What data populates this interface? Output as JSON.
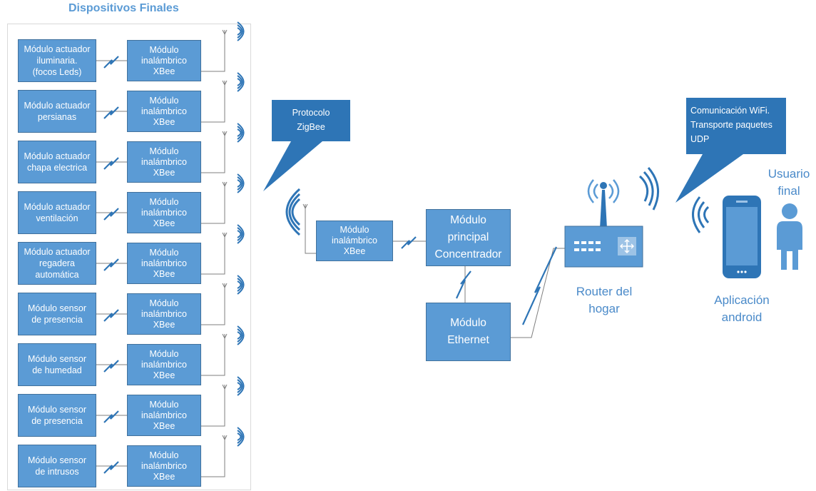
{
  "title": "Dispositivos Finales",
  "end_devices": [
    {
      "label": "Módulo actuador\niluminaria.\n(focos Leds)"
    },
    {
      "label": "Módulo actuador\npersianas"
    },
    {
      "label": "Módulo actuador\nchapa electrica"
    },
    {
      "label": "Módulo actuador\nventilación"
    },
    {
      "label": "Módulo actuador\nregadera\nautomática"
    },
    {
      "label": "Módulo sensor\nde presencia"
    },
    {
      "label": "Módulo sensor\nde humedad"
    },
    {
      "label": "Módulo sensor\nde presencia"
    },
    {
      "label": "Módulo sensor\nde intrusos"
    }
  ],
  "xbee_label": "Módulo\ninalámbrico\nXBee",
  "zigbee_callout": "Protocolo\nZigBee",
  "coordinator_xbee": "Módulo\ninalámbrico\nXBee",
  "main_module": "Módulo\nprincipal\nConcentrador",
  "ethernet_module": "Módulo\nEthernet",
  "router_label": "Router del\nhogar",
  "wifi_callout": "Comunicación WiFi.\nTransporte paquetes\nUDP",
  "app_label": "Aplicación\nandroid",
  "user_label": "Usuario\nfinal",
  "colors": {
    "box": "#5b9bd5",
    "border": "#41719c",
    "text_accent": "#5b9bd5",
    "callout": "#2e75b6"
  }
}
